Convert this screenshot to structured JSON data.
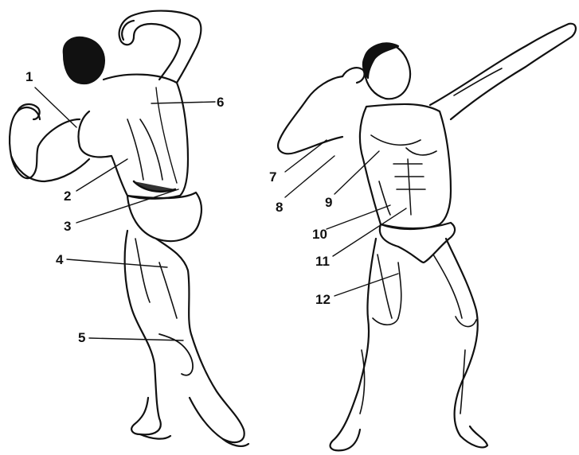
{
  "labels": [
    {
      "id": "1",
      "text": "1"
    },
    {
      "id": "2",
      "text": "2"
    },
    {
      "id": "3",
      "text": "3"
    },
    {
      "id": "4",
      "text": "4"
    },
    {
      "id": "5",
      "text": "5"
    },
    {
      "id": "6",
      "text": "6"
    },
    {
      "id": "7",
      "text": "7"
    },
    {
      "id": "8",
      "text": "8"
    },
    {
      "id": "9",
      "text": "9"
    },
    {
      "id": "10",
      "text": "10"
    },
    {
      "id": "11",
      "text": "11"
    },
    {
      "id": "12",
      "text": "12"
    }
  ],
  "colors": {
    "ink": "#111111",
    "background": "#ffffff"
  }
}
